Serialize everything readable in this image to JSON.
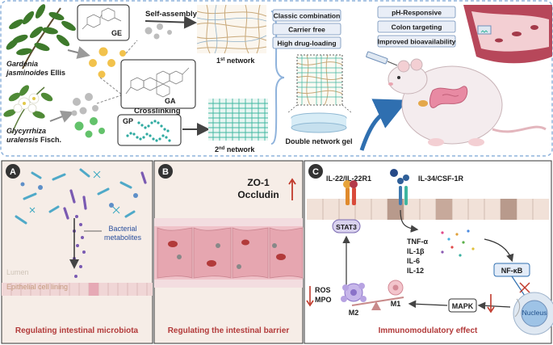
{
  "top": {
    "gardenia_label_1": "Gardenia",
    "gardenia_label_2": "jasminoides",
    "gardenia_label_3": "Ellis",
    "glycyrrhiza_label_1": "Glycyrrhiza",
    "glycyrrhiza_label_2": "uralensis",
    "glycyrrhiza_label_3": "Fisch.",
    "ge_label": "GE",
    "ga_label": "GA",
    "gp_label": "GP",
    "self_assembly": "Self-assembly",
    "crosslinking": "Crosslinking",
    "network1_label": "1",
    "network1_sup": "st",
    "network1_suffix": "network",
    "network2_label": "2",
    "network2_sup": "nd",
    "network2_suffix": "network",
    "double_network_gel": "Double network gel",
    "features": [
      "Classic combination",
      "Carrier free",
      "High drug-loading"
    ],
    "benefits": [
      "pH-Responsive",
      "Colon targeting",
      "Improved bioavailability"
    ]
  },
  "panel_a": {
    "letter": "A",
    "bacterial_metabolites_1": "Bacterial",
    "bacterial_metabolites_2": "metabolites",
    "lumen": "Lumen",
    "epithelial": "Epithelial cell lining",
    "caption": "Regulating intestinal microbiota"
  },
  "panel_b": {
    "letter": "B",
    "zo1": "ZO-1",
    "occludin": "Occludin",
    "caption": "Regulating the intestinal barrier"
  },
  "panel_c": {
    "letter": "C",
    "il22": "IL-22/IL-22R1",
    "il34": "IL-34/CSF-1R",
    "stat3": "STAT3",
    "cytokines": [
      "TNF-α",
      "IL-1β",
      "IL-6",
      "IL-12"
    ],
    "nfkb": "NF-κB",
    "nucleus": "Nucleus",
    "mapk": "MAPK",
    "ros": "ROS",
    "mpo": "MPO",
    "m2": "M2",
    "m1": "M1",
    "caption": "Immunomodulatory effect"
  },
  "colors": {
    "panel_bg": "#f6ede7",
    "top_border": "#8fb3dc",
    "caption_red": "#b23a3a",
    "arrow_red": "#c0392b",
    "box_border": "#6f8fb8"
  }
}
